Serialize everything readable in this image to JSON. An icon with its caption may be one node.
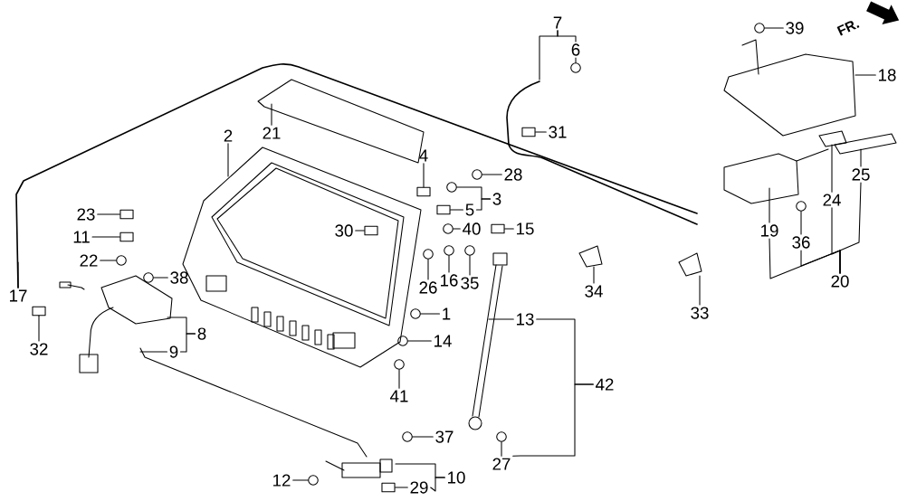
{
  "diagram": {
    "nodes": [
      {
        "text": [
          "2"
        ]
      },
      {
        "text": [
          "21"
        ]
      },
      {
        "text": [
          "4"
        ]
      },
      {
        "text": [
          "3"
        ]
      },
      {
        "text": [
          "5"
        ]
      },
      {
        "text": [
          "28"
        ]
      },
      {
        "text": [
          "30"
        ]
      },
      {
        "text": [
          "40"
        ]
      },
      {
        "text": [
          "15"
        ]
      },
      {
        "text": [
          "23"
        ]
      },
      {
        "text": [
          "11"
        ]
      },
      {
        "text": [
          "22"
        ]
      },
      {
        "text": [
          "38"
        ]
      },
      {
        "text": [
          "17"
        ]
      },
      {
        "text": [
          "32"
        ]
      },
      {
        "text": [
          "26"
        ]
      },
      {
        "text": [
          "16"
        ]
      },
      {
        "text": [
          "35"
        ]
      },
      {
        "text": [
          "1"
        ]
      },
      {
        "text": [
          "14"
        ]
      },
      {
        "text": [
          "41"
        ]
      },
      {
        "text": [
          "13"
        ]
      },
      {
        "text": [
          "42"
        ]
      },
      {
        "text": [
          "8"
        ]
      },
      {
        "text": [
          "9"
        ]
      },
      {
        "text": [
          "37"
        ]
      },
      {
        "text": [
          "27"
        ]
      },
      {
        "text": [
          "10"
        ]
      },
      {
        "text": [
          "12"
        ]
      },
      {
        "text": [
          "29"
        ]
      },
      {
        "text": [
          "7"
        ]
      },
      {
        "text": [
          "6"
        ]
      },
      {
        "text": [
          "31"
        ]
      },
      {
        "text": [
          "39"
        ]
      },
      {
        "text": [
          "18"
        ]
      },
      {
        "text": [
          "25"
        ]
      },
      {
        "text": [
          "24"
        ]
      },
      {
        "text": [
          "19"
        ]
      },
      {
        "text": [
          "36"
        ]
      },
      {
        "text": [
          "20"
        ]
      },
      {
        "text": [
          "34"
        ]
      },
      {
        "text": [
          "33"
        ]
      },
      {
        "text": [],
        "shape": "box"
      },
      {
        "text": [],
        "shape": "circle"
      },
      {
        "text": [],
        "shape": "box"
      },
      {
        "text": [],
        "shape": "box"
      },
      {
        "text": [],
        "shape": "circle"
      },
      {
        "text": [],
        "shape": "circle"
      },
      {
        "text": [],
        "shape": "box"
      },
      {
        "text": [],
        "shape": "box"
      },
      {
        "text": [],
        "shape": "circle"
      },
      {
        "text": [],
        "shape": "circle"
      },
      {
        "text": [],
        "shape": "circle"
      },
      {
        "text": [],
        "shape": "circle"
      },
      {
        "text": [],
        "shape": "box"
      },
      {
        "text": [],
        "shape": "circle"
      },
      {
        "text": [],
        "shape": "box"
      },
      {
        "text": [],
        "shape": "circle"
      },
      {
        "text": [],
        "shape": "circle"
      },
      {
        "text": [],
        "shape": "circle"
      },
      {
        "text": [],
        "shape": "circle"
      },
      {
        "text": [],
        "shape": "circle"
      },
      {
        "text": [],
        "shape": "box"
      },
      {
        "text": [],
        "shape": "circle"
      },
      {
        "text": [],
        "shape": "box"
      },
      {
        "text": [],
        "shape": "circle"
      },
      {
        "text": [],
        "shape": "circle"
      },
      {
        "text": [],
        "shape": "circle"
      }
    ],
    "edges": [
      {
        "from": 0,
        "to": null,
        "arrow": "none"
      },
      {
        "from": 1,
        "to": null,
        "arrow": "none"
      },
      {
        "from": 2,
        "to": 54,
        "arrow": "none"
      },
      {
        "from": 3,
        "to": 58,
        "arrow": "none"
      },
      {
        "from": 3,
        "to": 4,
        "arrow": "none"
      },
      {
        "from": 4,
        "to": 56,
        "arrow": "none"
      },
      {
        "from": 5,
        "to": 60,
        "arrow": "none"
      },
      {
        "from": 6,
        "to": 48,
        "arrow": "none"
      },
      {
        "from": 7,
        "to": 61,
        "arrow": "none"
      },
      {
        "from": 8,
        "to": 62,
        "arrow": "none"
      },
      {
        "from": 9,
        "to": 44,
        "arrow": "none"
      },
      {
        "from": 10,
        "to": 45,
        "arrow": "none"
      },
      {
        "from": 11,
        "to": 43,
        "arrow": "none"
      },
      {
        "from": 12,
        "to": 46,
        "arrow": "none"
      },
      {
        "from": 13,
        "to": null,
        "arrow": "none"
      },
      {
        "from": 14,
        "to": 42,
        "arrow": "none"
      },
      {
        "from": 15,
        "to": 55,
        "arrow": "none"
      },
      {
        "from": 16,
        "to": 57,
        "arrow": "none"
      },
      {
        "from": 17,
        "to": 59,
        "arrow": "none"
      },
      {
        "from": 18,
        "to": 53,
        "arrow": "none"
      },
      {
        "from": 19,
        "to": 51,
        "arrow": "none"
      },
      {
        "from": 20,
        "to": 50,
        "arrow": "none"
      },
      {
        "from": 21,
        "to": null,
        "arrow": "none"
      },
      {
        "from": 22,
        "to": 21,
        "arrow": "none"
      },
      {
        "from": 22,
        "to": 26,
        "arrow": "none"
      },
      {
        "from": 23,
        "to": null,
        "arrow": "none"
      },
      {
        "from": 23,
        "to": 24,
        "arrow": "none"
      },
      {
        "from": 24,
        "to": null,
        "arrow": "none"
      },
      {
        "from": 25,
        "to": 52,
        "arrow": "none"
      },
      {
        "from": 26,
        "to": 63,
        "arrow": "none"
      },
      {
        "from": 27,
        "to": null,
        "arrow": "none"
      },
      {
        "from": 27,
        "to": 29,
        "arrow": "none"
      },
      {
        "from": 28,
        "to": 47,
        "arrow": "none"
      },
      {
        "from": 29,
        "to": 49,
        "arrow": "none"
      },
      {
        "from": 30,
        "to": null,
        "arrow": "none"
      },
      {
        "from": 30,
        "to": 31,
        "arrow": "none"
      },
      {
        "from": 31,
        "to": 65,
        "arrow": "none"
      },
      {
        "from": 32,
        "to": 64,
        "arrow": "none"
      },
      {
        "from": 33,
        "to": 66,
        "arrow": "none"
      },
      {
        "from": 34,
        "to": null,
        "arrow": "none"
      },
      {
        "from": 35,
        "to": null,
        "arrow": "none"
      },
      {
        "from": 36,
        "to": null,
        "arrow": "none"
      },
      {
        "from": 37,
        "to": null,
        "arrow": "none"
      },
      {
        "from": 38,
        "to": 67,
        "arrow": "none"
      },
      {
        "from": 39,
        "to": 37,
        "arrow": "none"
      },
      {
        "from": 39,
        "to": 38,
        "arrow": "none"
      },
      {
        "from": 39,
        "to": 36,
        "arrow": "none"
      },
      {
        "from": 39,
        "to": 35,
        "arrow": "none"
      },
      {
        "from": 40,
        "to": null,
        "arrow": "none"
      },
      {
        "from": 41,
        "to": null,
        "arrow": "none"
      }
    ],
    "labels": [
      "FR."
    ]
  }
}
